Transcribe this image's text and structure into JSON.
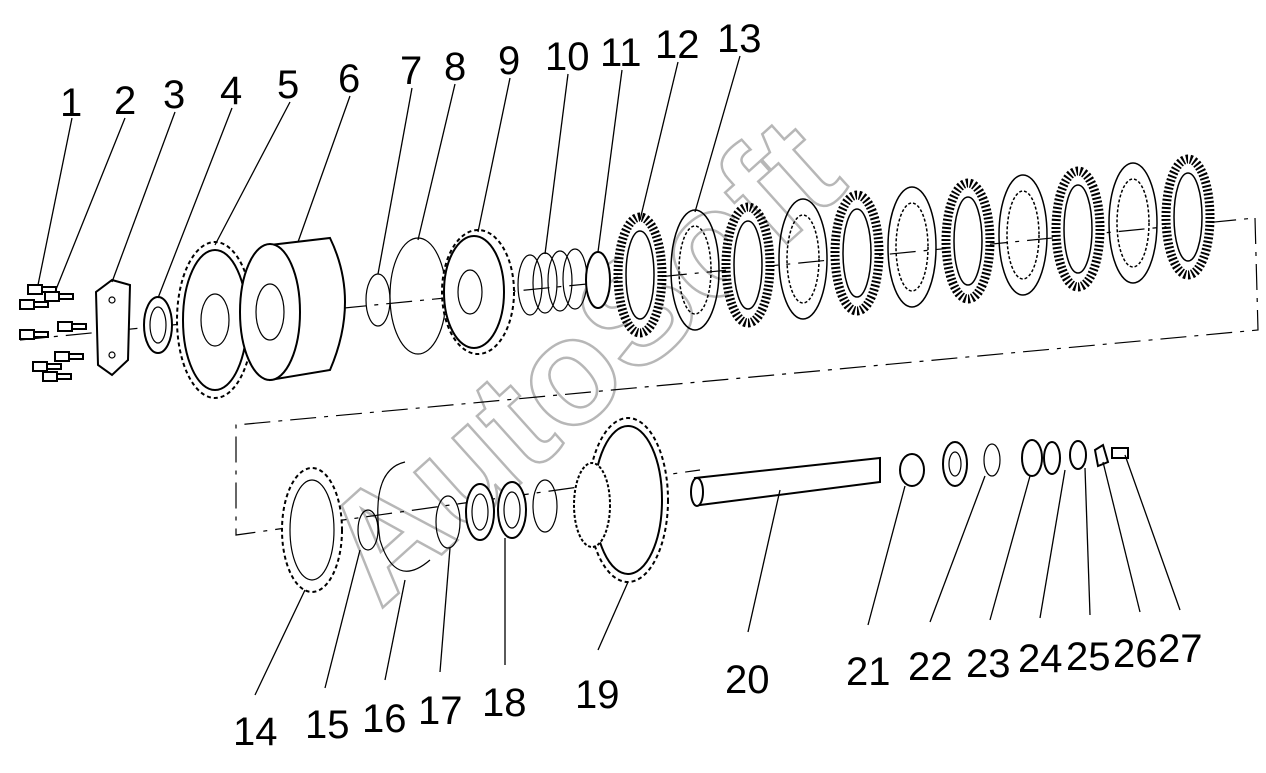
{
  "diagram": {
    "watermark": "AutoSoft",
    "callouts": [
      {
        "n": "1"
      },
      {
        "n": "2"
      },
      {
        "n": "3"
      },
      {
        "n": "4"
      },
      {
        "n": "5"
      },
      {
        "n": "6"
      },
      {
        "n": "7"
      },
      {
        "n": "8"
      },
      {
        "n": "9"
      },
      {
        "n": "10"
      },
      {
        "n": "11"
      },
      {
        "n": "12"
      },
      {
        "n": "13"
      },
      {
        "n": "14"
      },
      {
        "n": "15"
      },
      {
        "n": "16"
      },
      {
        "n": "17"
      },
      {
        "n": "18"
      },
      {
        "n": "19"
      },
      {
        "n": "20"
      },
      {
        "n": "21"
      },
      {
        "n": "22"
      },
      {
        "n": "23"
      },
      {
        "n": "24"
      },
      {
        "n": "25"
      },
      {
        "n": "26"
      },
      {
        "n": "27"
      }
    ]
  }
}
